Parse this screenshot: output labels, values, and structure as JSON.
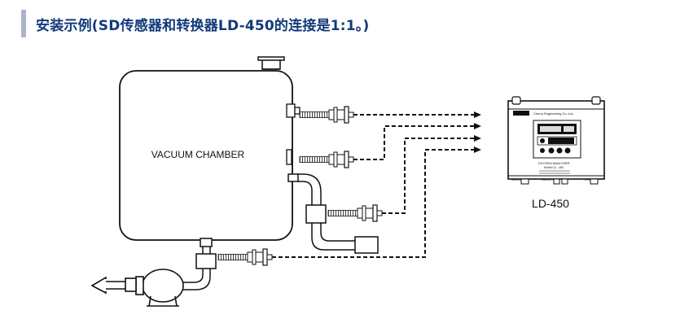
{
  "title": "安装示例(SD传感器和转换器LD-450的连接是1:1。)",
  "diagram": {
    "chamber_label": "VACUUM CHAMBER",
    "converter_label": "LD-450",
    "converter_panel": {
      "brand": "Cherry Engineering Co.,Ltd.",
      "analyzer": "OXYGEN ANALYZER",
      "model": "Model LD - 450",
      "port_left": "SENSOR",
      "port_mid": "ANALOG OUT",
      "port_right": "POWER"
    }
  }
}
